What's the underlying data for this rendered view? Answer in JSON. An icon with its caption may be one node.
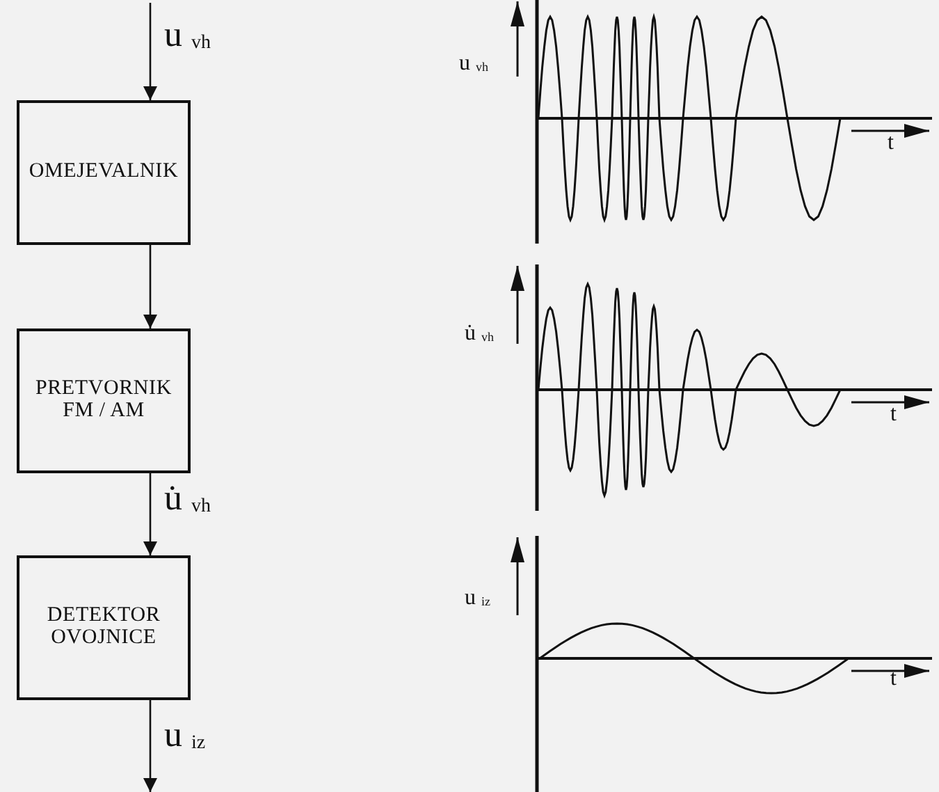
{
  "diagram": {
    "nodes": [
      {
        "text": [
          "OMEJEVALNIK"
        ]
      },
      {
        "text": [
          "PRETVORNIK FM / AM"
        ]
      },
      {
        "text": [
          "DETEKTOR OVOJNICE"
        ]
      }
    ],
    "edges": [
      {
        "from": null,
        "to": 0,
        "arrow": "to",
        "label": "u $_{vh}$"
      },
      {
        "from": 0,
        "to": 1,
        "arrow": "to"
      },
      {
        "from": 1,
        "to": 2,
        "arrow": "to",
        "label": "u̇ $_{vh}$"
      },
      {
        "from": 2,
        "to": null,
        "arrow": "to",
        "label": "u $_{iz}$"
      }
    ],
    "labels": [
      "u $_{vh}$",
      "t",
      "u̇ $_{vh}$",
      "t",
      "u $_{iz}$",
      "t"
    ]
  }
}
